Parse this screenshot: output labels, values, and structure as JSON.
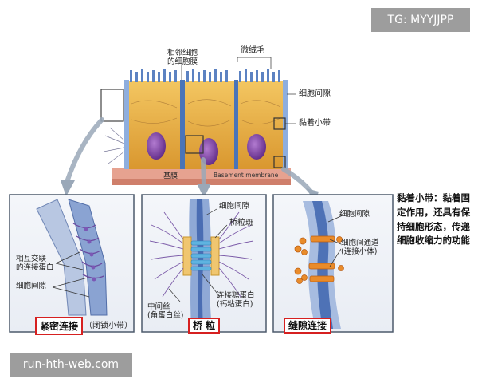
{
  "watermark": {
    "tg_label": "TG: MYYJJPP",
    "site_label": "run-hth-web.com"
  },
  "diagram": {
    "top_labels": {
      "neighbor_membrane": "相邻细胞\n的细胞膜",
      "microvilli": "微绒毛",
      "intercellular_space": "细胞间隙",
      "adhesion_belt": "黏着小带",
      "basal_membrane": "基膜",
      "basement_membrane_en": "Basement membrane"
    },
    "panel1": {
      "crosslink_protein": "相互交联\n的连接蛋白",
      "intercellular_space": "细胞间隙",
      "title": "紧密连接",
      "title_note": "（闭锁小带）"
    },
    "panel2": {
      "intercellular_space": "细胞间隙",
      "desmosome_plaque": "桥粒斑",
      "intermediate_filament": "中间丝\n(角蛋白丝)",
      "linker_protein": "连接糖蛋白\n(钙粘蛋白)",
      "title": "桥 粒"
    },
    "panel3": {
      "intercellular_space": "细胞间隙",
      "channel": "细胞间通道\n(连接小体)",
      "title": "缝隙连接"
    },
    "side_note": "黏着小带：黏着固定作用，还具有保持细胞形态，传递细胞收缩力的功能"
  },
  "colors": {
    "cell_yellow": "#e9b54a",
    "nucleus_purple": "#7a3f9c",
    "membrane_blue": "#5a84c4",
    "basement_pink": "#e48e7a",
    "title_border": "#d62020",
    "connector_orange": "#e98b2a"
  }
}
